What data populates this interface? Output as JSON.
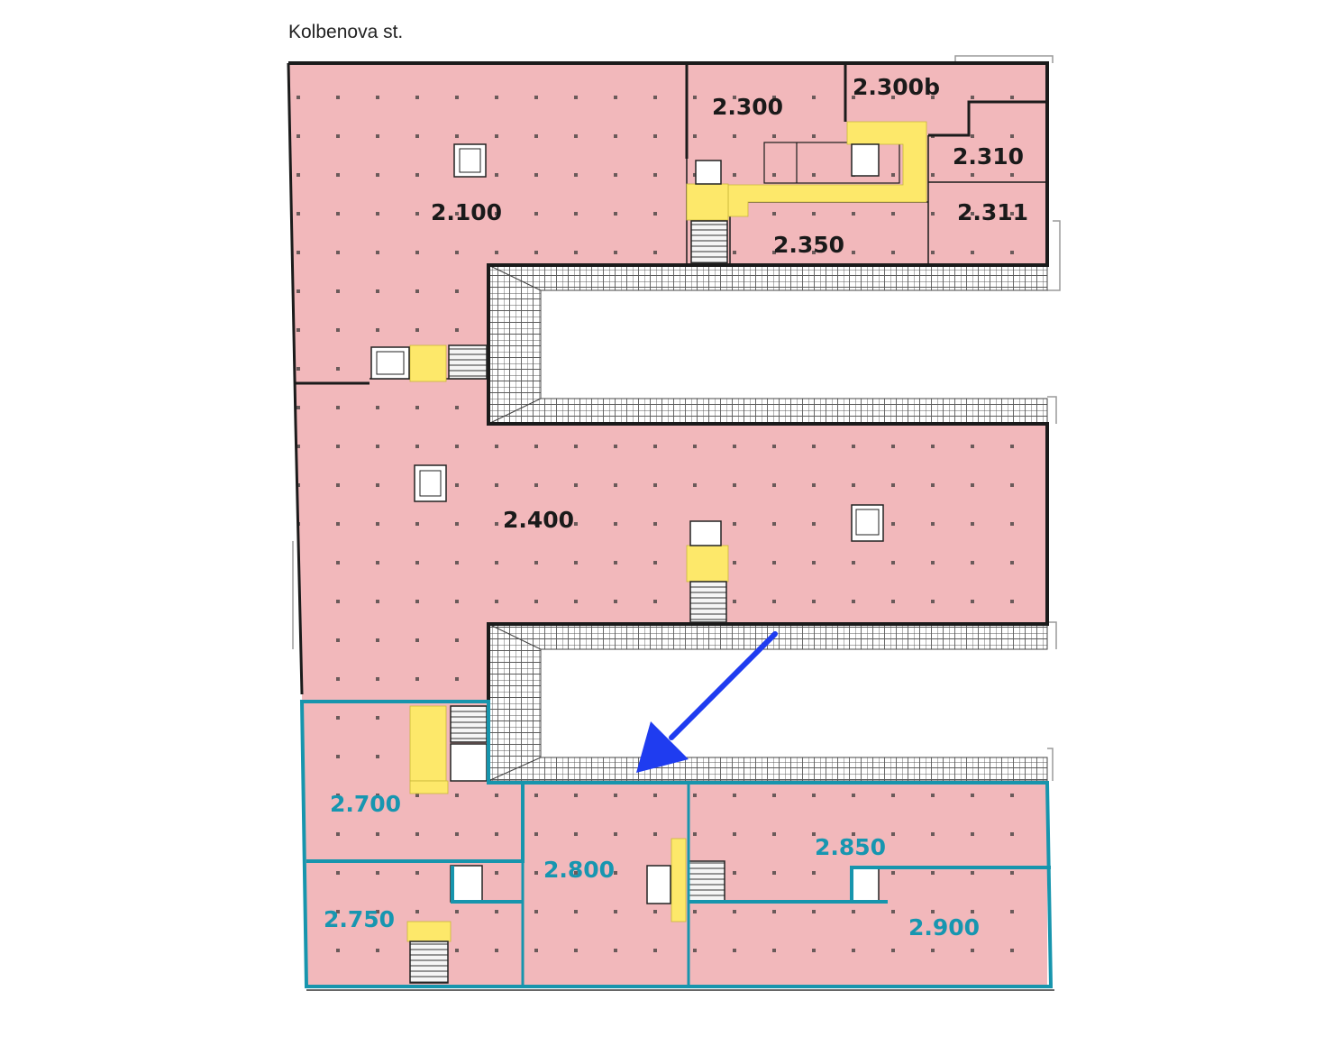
{
  "street_label": "Kolbenova st.",
  "colors": {
    "unit_fill": "#f2b8bb",
    "core_yellow": "#fde86a",
    "wall": "#1b1b1b",
    "teal_outline": "#1795ad",
    "arrow": "#1f3cf0"
  },
  "units": [
    {
      "id": "u2100",
      "label": "2.100",
      "style": "dark"
    },
    {
      "id": "u2300",
      "label": "2.300",
      "style": "dark"
    },
    {
      "id": "u2300b",
      "label": "2.300b",
      "style": "dark"
    },
    {
      "id": "u2310",
      "label": "2.310",
      "style": "dark"
    },
    {
      "id": "u2311",
      "label": "2.311",
      "style": "dark"
    },
    {
      "id": "u2350",
      "label": "2.350",
      "style": "dark"
    },
    {
      "id": "u2400",
      "label": "2.400",
      "style": "dark"
    },
    {
      "id": "u2700",
      "label": "2.700",
      "style": "teal"
    },
    {
      "id": "u2750",
      "label": "2.750",
      "style": "teal"
    },
    {
      "id": "u2800",
      "label": "2.800",
      "style": "teal"
    },
    {
      "id": "u2850",
      "label": "2.850",
      "style": "teal"
    },
    {
      "id": "u2900",
      "label": "2.900",
      "style": "teal"
    }
  ]
}
